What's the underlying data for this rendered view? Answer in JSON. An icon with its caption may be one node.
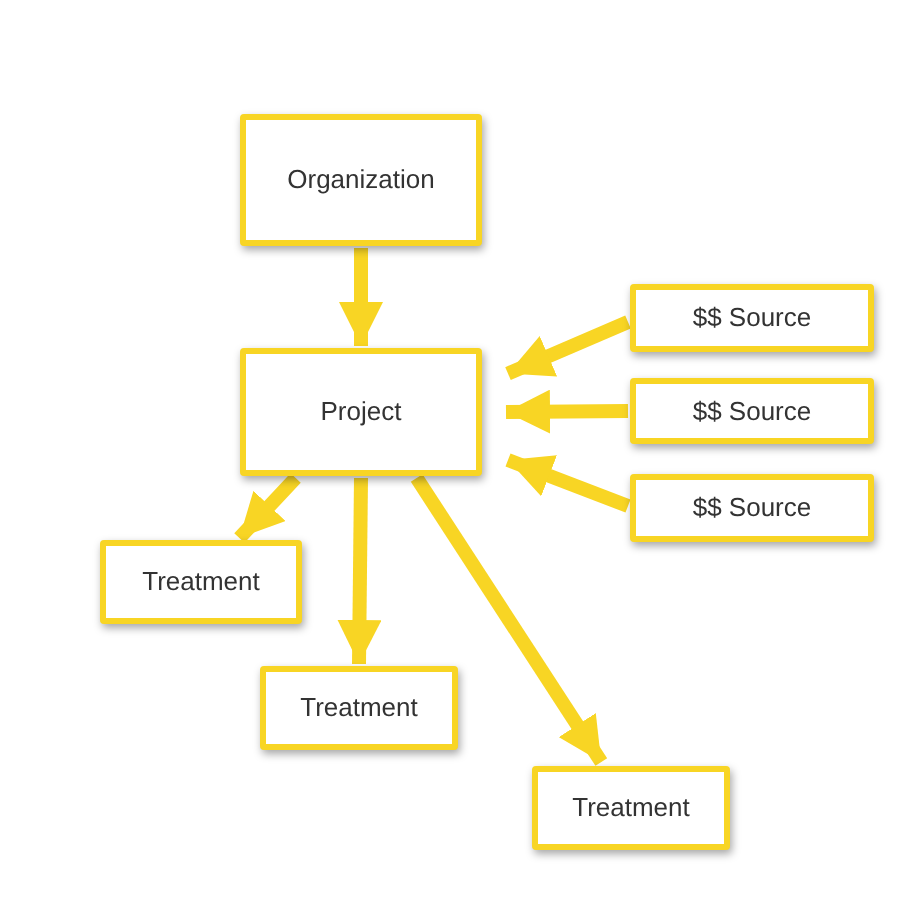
{
  "diagram": {
    "nodes": [
      {
        "text": [
          "Organization"
        ]
      },
      {
        "text": [
          "Project"
        ]
      },
      {
        "text": [
          "$$ Source"
        ]
      },
      {
        "text": [
          "$$ Source"
        ]
      },
      {
        "text": [
          "$$ Source"
        ]
      },
      {
        "text": [
          "Treatment"
        ]
      },
      {
        "text": [
          "Treatment"
        ]
      },
      {
        "text": [
          "Treatment"
        ]
      }
    ],
    "edges": [
      {
        "from": 0,
        "to": 1,
        "arrow": "to"
      },
      {
        "from": 2,
        "to": 1,
        "arrow": "to"
      },
      {
        "from": 3,
        "to": 1,
        "arrow": "to"
      },
      {
        "from": 4,
        "to": 1,
        "arrow": "to"
      },
      {
        "from": 1,
        "to": 5,
        "arrow": "to"
      },
      {
        "from": 1,
        "to": 6,
        "arrow": "to"
      },
      {
        "from": 1,
        "to": 7,
        "arrow": "to"
      }
    ]
  }
}
